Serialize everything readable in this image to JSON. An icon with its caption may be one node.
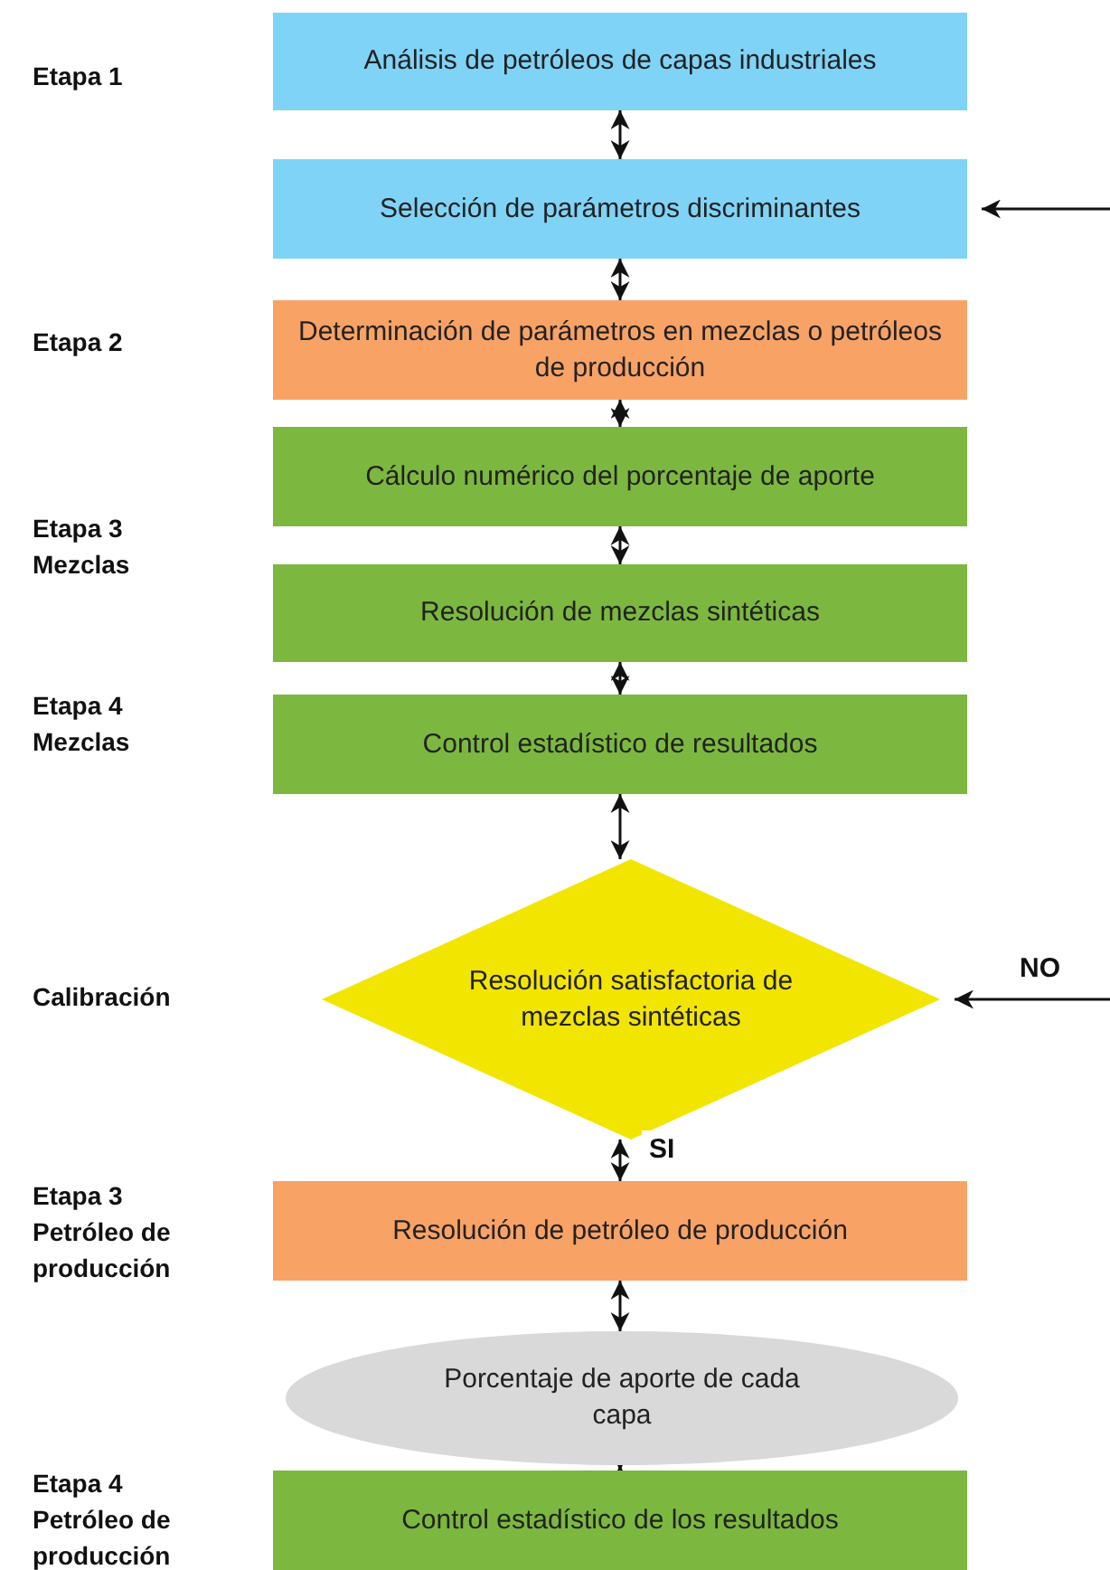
{
  "diagram": {
    "nodes": [
      {
        "text": [
          "Análisis de petróleos de capas industriales"
        ]
      },
      {
        "text": [
          "Selección de parámetros discriminantes"
        ]
      },
      {
        "text": [
          "Determinación de parámetros en mezclas o petróleos de producción"
        ]
      },
      {
        "text": [
          "Cálculo numérico del porcentaje de aporte"
        ]
      },
      {
        "text": [
          "Resolución de mezclas sintéticas"
        ]
      },
      {
        "text": [
          "Control estadístico de resultados"
        ]
      },
      {
        "text": [
          "Resolución satisfactoria de mezclas sintéticas"
        ]
      },
      {
        "text": [
          "Resolución de petróleo de producción"
        ]
      },
      {
        "text": [
          "Porcentaje de aporte de cada capa"
        ]
      },
      {
        "text": [
          "Control estadístico de los resultados"
        ]
      }
    ],
    "edges": [
      {
        "from": 0,
        "to": 1,
        "arrow": "both"
      },
      {
        "from": 1,
        "to": 2,
        "arrow": "both"
      },
      {
        "from": 2,
        "to": 3,
        "arrow": "both"
      },
      {
        "from": 3,
        "to": 4,
        "arrow": "both"
      },
      {
        "from": 4,
        "to": 5,
        "arrow": "both"
      },
      {
        "from": 5,
        "to": 6,
        "arrow": "both"
      },
      {
        "from": 6,
        "to": 7,
        "arrow": "both",
        "label": "SI"
      },
      {
        "from": 7,
        "to": 8,
        "arrow": "both"
      },
      {
        "from": 8,
        "to": 9,
        "arrow": "both"
      },
      {
        "from": null,
        "to": 1,
        "arrow": "to"
      },
      {
        "from": null,
        "to": 6,
        "arrow": "to",
        "label": "NO"
      }
    ],
    "labels": [
      "Etapa 1",
      "Etapa 2",
      "Etapa 3 Mezclas",
      "Etapa 4 Mezclas",
      "Calibración",
      "Etapa 3 Petróleo de producción",
      "Etapa 4 Petróleo de producción"
    ]
  }
}
